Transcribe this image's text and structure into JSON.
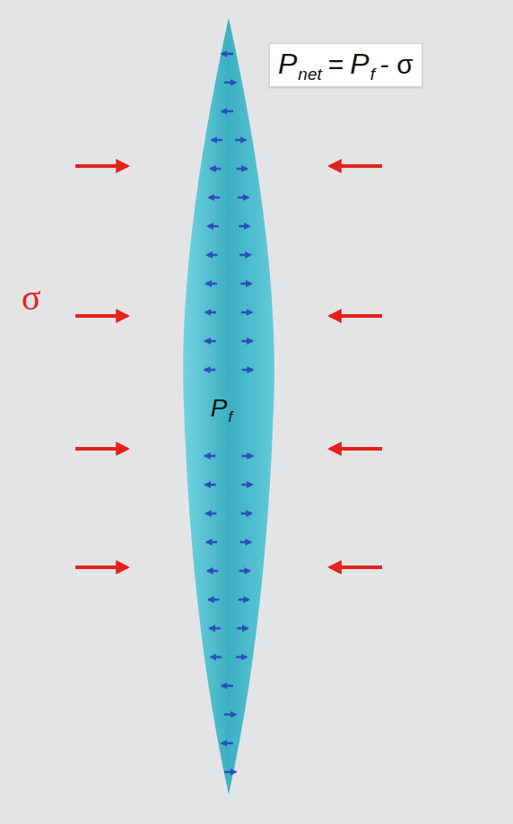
{
  "diagram": {
    "nodes": [
      {
        "text": [
          "P",
          "net",
          "=",
          "P",
          "f",
          "- σ"
        ]
      },
      {
        "text": [
          "P",
          "f"
        ]
      }
    ],
    "labels": [
      "σ"
    ]
  }
}
